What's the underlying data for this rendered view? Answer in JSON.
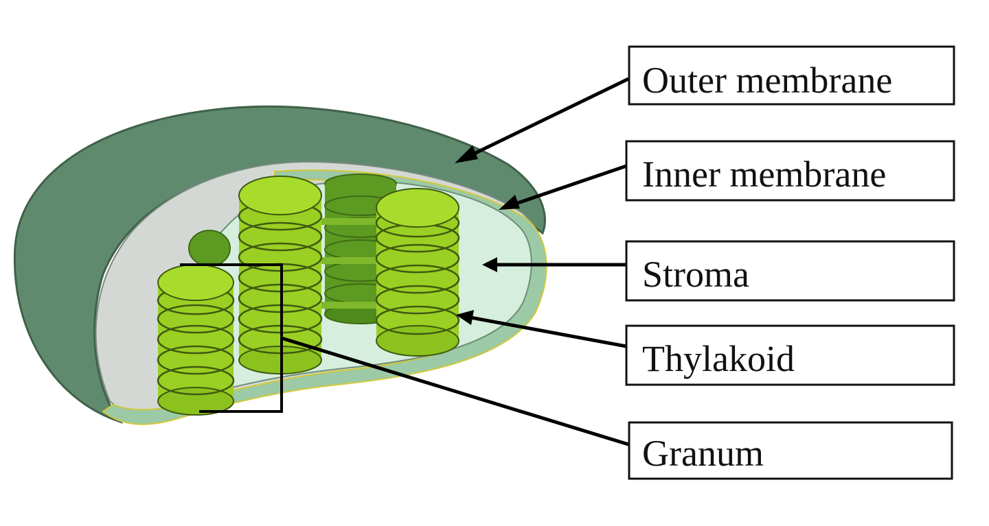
{
  "labels": {
    "outer_membrane": "Outer membrane",
    "inner_membrane": "Inner membrane",
    "stroma": "Stroma",
    "thylakoid": "Thylakoid",
    "granum": "Granum"
  },
  "colors": {
    "outer_membrane": "#5f8a6e",
    "inner_space": "#d4d8d5",
    "inner_membrane": "#9ccaa6",
    "stroma": "#d6eedd",
    "thylakoid": "#9ad023",
    "thylakoid_dark": "#5c9a22",
    "leader_line": "#000000"
  }
}
